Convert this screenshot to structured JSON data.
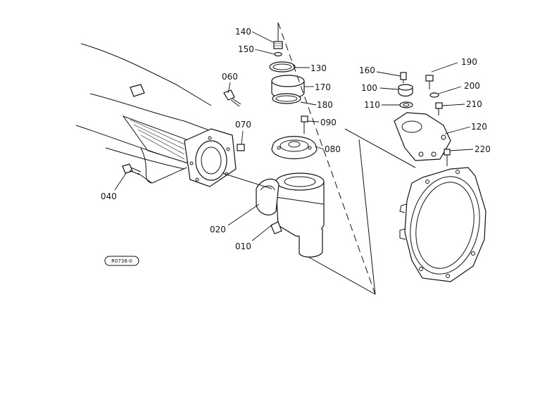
{
  "callouts": {
    "p010": "010",
    "p020": "020",
    "p040": "040",
    "p060": "060",
    "p070": "070",
    "p080": "080",
    "p090": "090",
    "p100": "100",
    "p110": "110",
    "p120": "120",
    "p130": "130",
    "p140": "140",
    "p150": "150",
    "p160": "160",
    "p170": "170",
    "p180": "180",
    "p190": "190",
    "p200": "200",
    "p210": "210",
    "p220": "220"
  },
  "stamp": "R0738-0"
}
